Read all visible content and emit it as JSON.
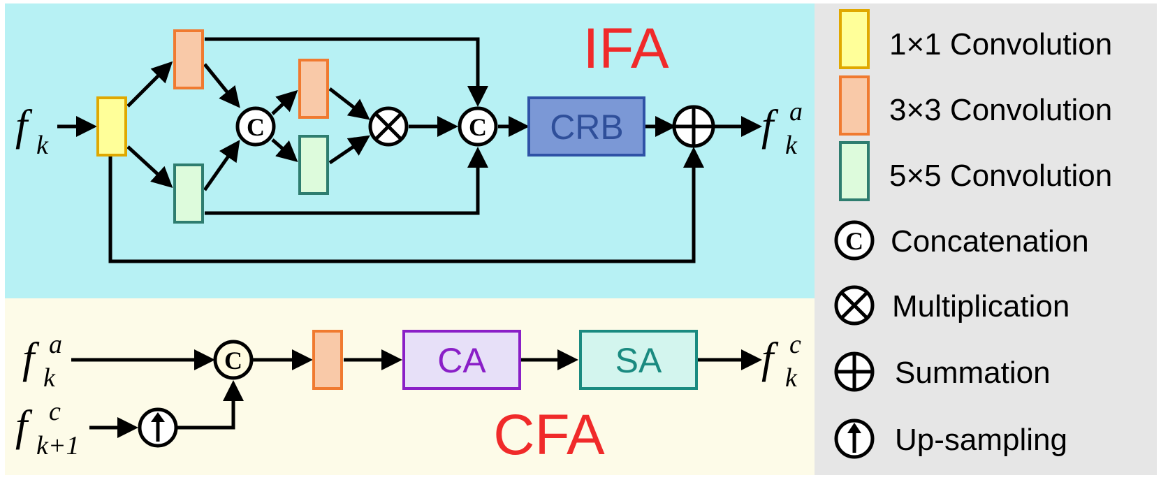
{
  "ifa": {
    "title": "IFA",
    "input_symbol": "f",
    "input_sub": "k",
    "output_symbol": "f",
    "output_sub": "k",
    "output_sup": "a",
    "crb_label": "CRB",
    "concat_glyph": "C"
  },
  "cfa": {
    "title": "CFA",
    "input1_symbol": "f",
    "input1_sub": "k",
    "input1_sup": "a",
    "input2_symbol": "f",
    "input2_sub": "k+1",
    "input2_sup": "c",
    "output_symbol": "f",
    "output_sub": "k",
    "output_sup": "c",
    "ca_label": "CA",
    "sa_label": "SA",
    "concat_glyph": "C"
  },
  "legend": {
    "items": [
      {
        "label": "1×1 Convolution",
        "icon": "yellow-conv-icon"
      },
      {
        "label": "3×3 Convolution",
        "icon": "orange-conv-icon"
      },
      {
        "label": "5×5 Convolution",
        "icon": "green-conv-icon"
      },
      {
        "label": "Concatenation",
        "icon": "concat-icon"
      },
      {
        "label": "Multiplication",
        "icon": "multiply-icon"
      },
      {
        "label": "Summation",
        "icon": "sum-icon"
      },
      {
        "label": "Up-sampling",
        "icon": "upsample-icon"
      }
    ],
    "concat_glyph": "C"
  },
  "colors": {
    "ifa_bg": "#b7f1f4",
    "cfa_bg": "#fdfbe8",
    "legend_bg": "#e6e6e6",
    "title_red": "#f02a2a",
    "conv1_fill": "#ffff99",
    "conv1_stroke": "#e0a800",
    "conv3_fill": "#f9c9a8",
    "conv3_stroke": "#f07a30",
    "conv5_fill": "#ddfbdc",
    "conv5_stroke": "#2e7d6f",
    "crb_fill": "#7b98d6",
    "crb_stroke": "#2f52a6",
    "crb_text": "#2f4f9a",
    "ca_fill": "#e7e0f8",
    "ca_stroke": "#8a1fc7",
    "ca_text": "#8a1fc7",
    "sa_fill": "#d3f5ee",
    "sa_stroke": "#1a8a80",
    "sa_text": "#1a8a80"
  }
}
